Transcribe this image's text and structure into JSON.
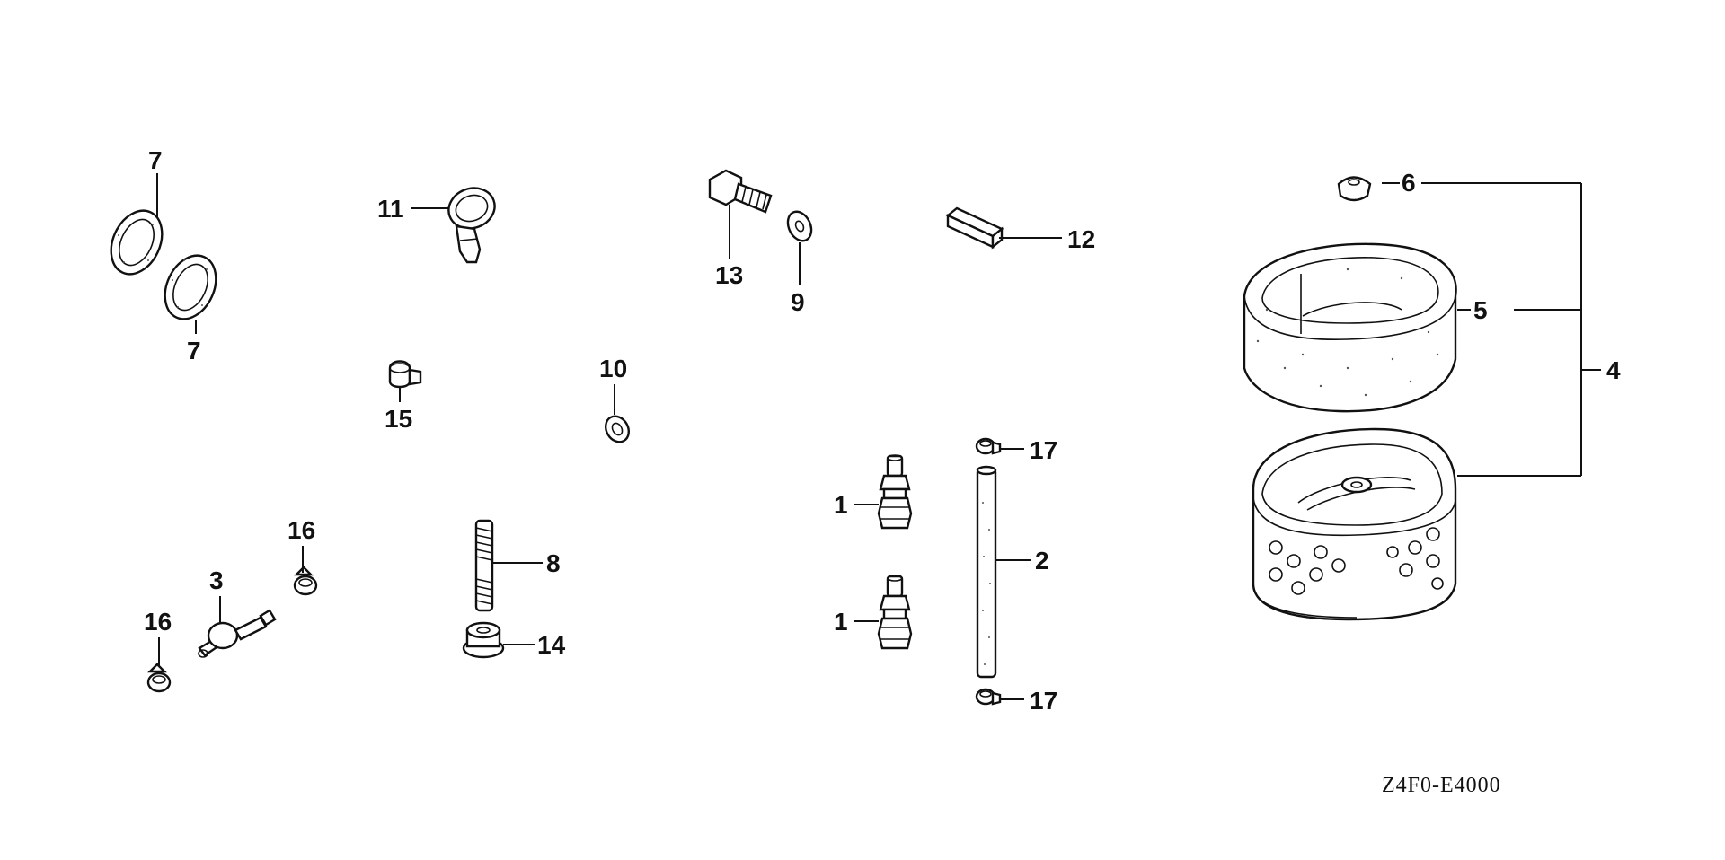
{
  "diagram_code": "Z4F0-E4000",
  "callouts": {
    "c7a": "7",
    "c7b": "7",
    "c11": "11",
    "c13": "13",
    "c9": "9",
    "c12": "12",
    "c6": "6",
    "c5": "5",
    "c4": "4",
    "c15": "15",
    "c10": "10",
    "c17a": "17",
    "c1a": "1",
    "c2": "2",
    "c16a": "16",
    "c3": "3",
    "c16b": "16",
    "c8": "8",
    "c14": "14",
    "c1b": "1",
    "c17b": "17"
  },
  "parts": [
    "gasket",
    "hose-clamp-clip",
    "flange-bolt",
    "washer",
    "key",
    "grommet",
    "foam-element",
    "paper-filter-element",
    "clip",
    "fuel-filter",
    "stud-bolt",
    "flange-nut",
    "nipple-joint",
    "breather-tube"
  ]
}
